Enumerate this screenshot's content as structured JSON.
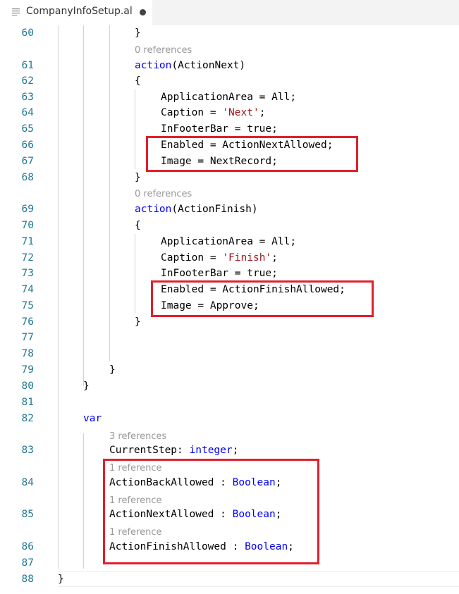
{
  "tab": {
    "title": "CompanyInfoSetup.al",
    "icon": "file-lines-icon",
    "dirty": true
  },
  "editor": {
    "lines": [
      {
        "n": "60",
        "text": "}"
      },
      {
        "n": "61",
        "kw": "action",
        "text": "(ActionNext)"
      },
      {
        "n": "62",
        "text": "{"
      },
      {
        "n": "63",
        "text": "ApplicationArea = All;"
      },
      {
        "n": "64",
        "pre": "Caption = ",
        "str": "'Next'",
        "post": ";"
      },
      {
        "n": "65",
        "text": "InFooterBar = true;"
      },
      {
        "n": "66",
        "text": "Enabled = ActionNextAllowed;"
      },
      {
        "n": "67",
        "text": "Image = NextRecord;"
      },
      {
        "n": "68",
        "text": "}"
      },
      {
        "n": "69",
        "kw": "action",
        "text": "(ActionFinish)"
      },
      {
        "n": "70",
        "text": "{"
      },
      {
        "n": "71",
        "text": "ApplicationArea = All;"
      },
      {
        "n": "72",
        "pre": "Caption = ",
        "str": "'Finish'",
        "post": ";"
      },
      {
        "n": "73",
        "text": "InFooterBar = true;"
      },
      {
        "n": "74",
        "text": "Enabled = ActionFinishAllowed;"
      },
      {
        "n": "75",
        "text": "Image = Approve;"
      },
      {
        "n": "76",
        "text": "}"
      },
      {
        "n": "77",
        "text": ""
      },
      {
        "n": "78",
        "text": ""
      },
      {
        "n": "79",
        "text": "}"
      },
      {
        "n": "80",
        "text": "}"
      },
      {
        "n": "81",
        "text": ""
      },
      {
        "n": "82",
        "kw": "var",
        "text": ""
      },
      {
        "n": "83",
        "text": "CurrentStep: ",
        "type": "integer",
        "post": ";"
      },
      {
        "n": "84",
        "text": "ActionBackAllowed : ",
        "type": "Boolean",
        "post": ";"
      },
      {
        "n": "85",
        "text": "ActionNextAllowed : ",
        "type": "Boolean",
        "post": ";"
      },
      {
        "n": "86",
        "text": "ActionFinishAllowed : ",
        "type": "Boolean",
        "post": ";"
      },
      {
        "n": "87",
        "text": ""
      },
      {
        "n": "88",
        "text": "}"
      }
    ],
    "codelens": {
      "refs_action_next": "0 references",
      "refs_action_finish": "0 references",
      "refs_current_step": "3 references",
      "refs_back_allowed": "1 reference",
      "refs_next_allowed": "1 reference",
      "refs_finish_allowed": "1 reference"
    }
  },
  "colors": {
    "keyword": "#0000ff",
    "string": "#a31515",
    "line_number": "#237893",
    "codelens": "#999999",
    "highlight": "#e0202e"
  }
}
